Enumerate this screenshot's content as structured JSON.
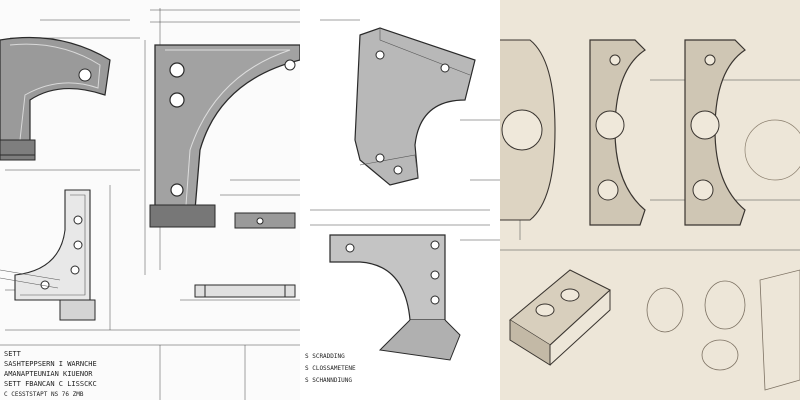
{
  "collage": {
    "panels": [
      {
        "id": "left",
        "title_block": [
          "SETT",
          "SASHTEPPSERN I WARNCHE",
          "AMANAPTEUNIAN KIUENOR",
          "SETT FBANCAN C LISSCKC",
          "C CESSTSTAPT NS 76 ZMB"
        ]
      },
      {
        "id": "middle",
        "title_block": [
          "S SCRADDING",
          "S CLOSSAMETENE",
          "S SCHANNDIUNG"
        ]
      },
      {
        "id": "right",
        "title_block": []
      }
    ],
    "colors": {
      "paper_white": "#fbfbfb",
      "paper_cream": "#ede6d8",
      "ink": "#2a2a2a",
      "part_gray": "#8f8f8f"
    }
  }
}
